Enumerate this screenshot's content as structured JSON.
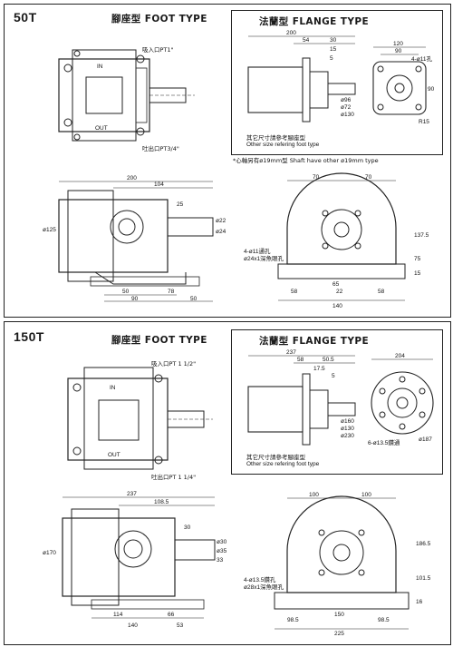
{
  "t50": {
    "model": "50T",
    "foot_title": "腳座型 FOOT TYPE",
    "flange_title": "法蘭型 FLANGE TYPE",
    "inlet_label": "吸入口PT1\"",
    "outlet_label": "吐出口PT3/4\"",
    "port_in": "IN",
    "port_out": "OUT",
    "other_size_cn": "其它尺寸請參考腳座型",
    "other_size_en": "Other size refering foot type",
    "shaft_note": "*心軸另有ø19mm型  Shaft have other ø19mm type",
    "flange_dims": [
      "200",
      "54",
      "30",
      "15",
      "5",
      "ø96",
      "ø72",
      "ø130"
    ],
    "flange_face_dims": [
      "120",
      "90",
      "4-ø11孔",
      "90",
      "R15"
    ],
    "foot_side_dims": [
      "200",
      "104",
      "25",
      "ø125",
      "ø22",
      "ø24",
      "50",
      "78",
      "90",
      "50"
    ],
    "foot_end_dims": [
      "70",
      "70",
      "4-ø11通孔",
      "ø24x1深魚眼孔",
      "137.5",
      "75",
      "15",
      "65",
      "58",
      "22",
      "58",
      "140"
    ]
  },
  "t150": {
    "model": "150T",
    "foot_title": "腳座型 FOOT TYPE",
    "flange_title": "法蘭型 FLANGE TYPE",
    "inlet_label": "吸入口PT 1 1/2\"",
    "outlet_label": "吐出口PT 1 1/4\"",
    "port_in": "IN",
    "port_out": "OUT",
    "other_size_cn": "其它尺寸請參考腳座型",
    "other_size_en": "Other size refering foot type",
    "flange_dims": [
      "237",
      "58",
      "50.5",
      "17.5",
      "5",
      "ø160",
      "ø130",
      "ø230"
    ],
    "flange_face_dims": [
      "204",
      "6-ø13.5鑽通",
      "ø187"
    ],
    "foot_side_dims": [
      "237",
      "108.5",
      "30",
      "ø170",
      "ø30",
      "ø35",
      "33",
      "114",
      "66",
      "140",
      "53"
    ],
    "foot_end_dims": [
      "100",
      "100",
      "4-ø13.5鑽孔",
      "ø28x1深魚眼孔",
      "186.5",
      "101.5",
      "16",
      "98.5",
      "150",
      "98.5",
      "225"
    ]
  }
}
